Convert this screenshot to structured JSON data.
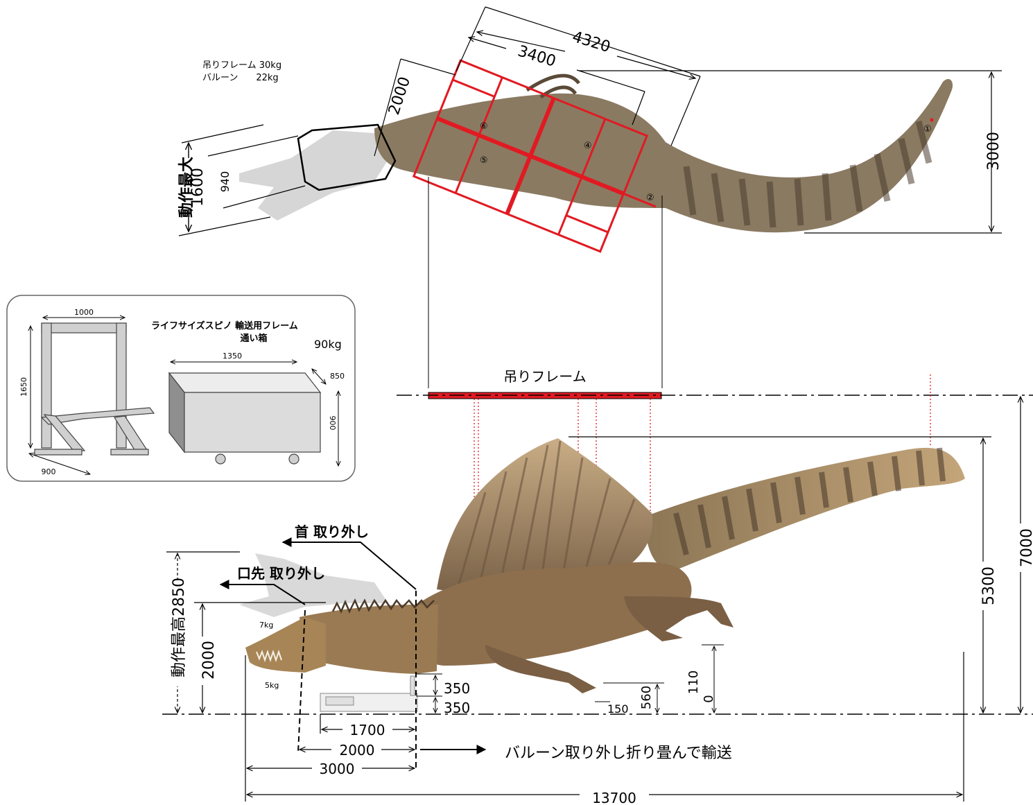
{
  "colors": {
    "frame_red": "#e11a22",
    "body_brown": "#9a7a52",
    "body_dark": "#5e4d3a",
    "ghost_gray": "#cfcfcf",
    "box_fill": "#dcdcdc"
  },
  "top_view": {
    "weights_line1": "吊りフレーム 30kg",
    "weights_line2": "バルーン　　22kg",
    "dim_4320": "4320",
    "dim_3400": "3400",
    "dim_2000": "2000",
    "dim_3000": "3000",
    "dim_940": "940",
    "label_motion_max_1": "動作最大",
    "label_motion_max_2": "1600",
    "marker_1": "①",
    "marker_2": "②",
    "marker_4": "④",
    "marker_5": "⑤",
    "marker_6": "⑥"
  },
  "inset": {
    "title_line1": "ライフサイズスピノ 輸送用フレーム",
    "title_line2": "通い箱",
    "weight": "90kg",
    "frame_width": "1000",
    "frame_height": "1650",
    "frame_depth": "900",
    "box_width": "1350",
    "box_depth": "850",
    "box_height": "900"
  },
  "side_view": {
    "hanging_frame_label": "吊りフレーム",
    "neck_removal": "首 取り外し",
    "snout_removal": "口先 取り外し",
    "weight_7kg": "7kg",
    "weight_5kg": "5kg",
    "motion_max_height": "動作最高2850",
    "dim_2000_vertical": "2000",
    "dim_350_top": "350",
    "dim_350_bottom": "350",
    "dim_150": "150",
    "dim_560": "560",
    "dim_1100": "110\n0",
    "dim_1100_a": "110",
    "dim_1100_b": "0",
    "dim_5300": "5300",
    "dim_7000": "7000",
    "dim_1700": "1700",
    "dim_2000_horizontal": "2000",
    "dim_3000": "3000",
    "dim_13700": "13700",
    "balloon_note": "バルーン取り外し折り畳んで輸送"
  }
}
